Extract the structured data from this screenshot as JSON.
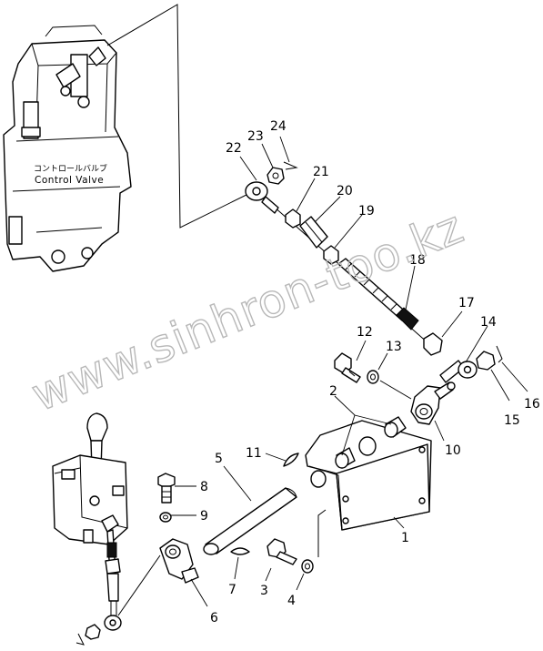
{
  "control_valve": {
    "label_jp": "コントロールバルブ",
    "label_en": "Control Valve"
  },
  "watermark": "www.sinhron-too.kz",
  "callouts": [
    "1",
    "2",
    "3",
    "4",
    "5",
    "6",
    "7",
    "8",
    "9",
    "10",
    "11",
    "12",
    "13",
    "14",
    "15",
    "16",
    "17",
    "18",
    "19",
    "20",
    "21",
    "22",
    "23",
    "24"
  ]
}
